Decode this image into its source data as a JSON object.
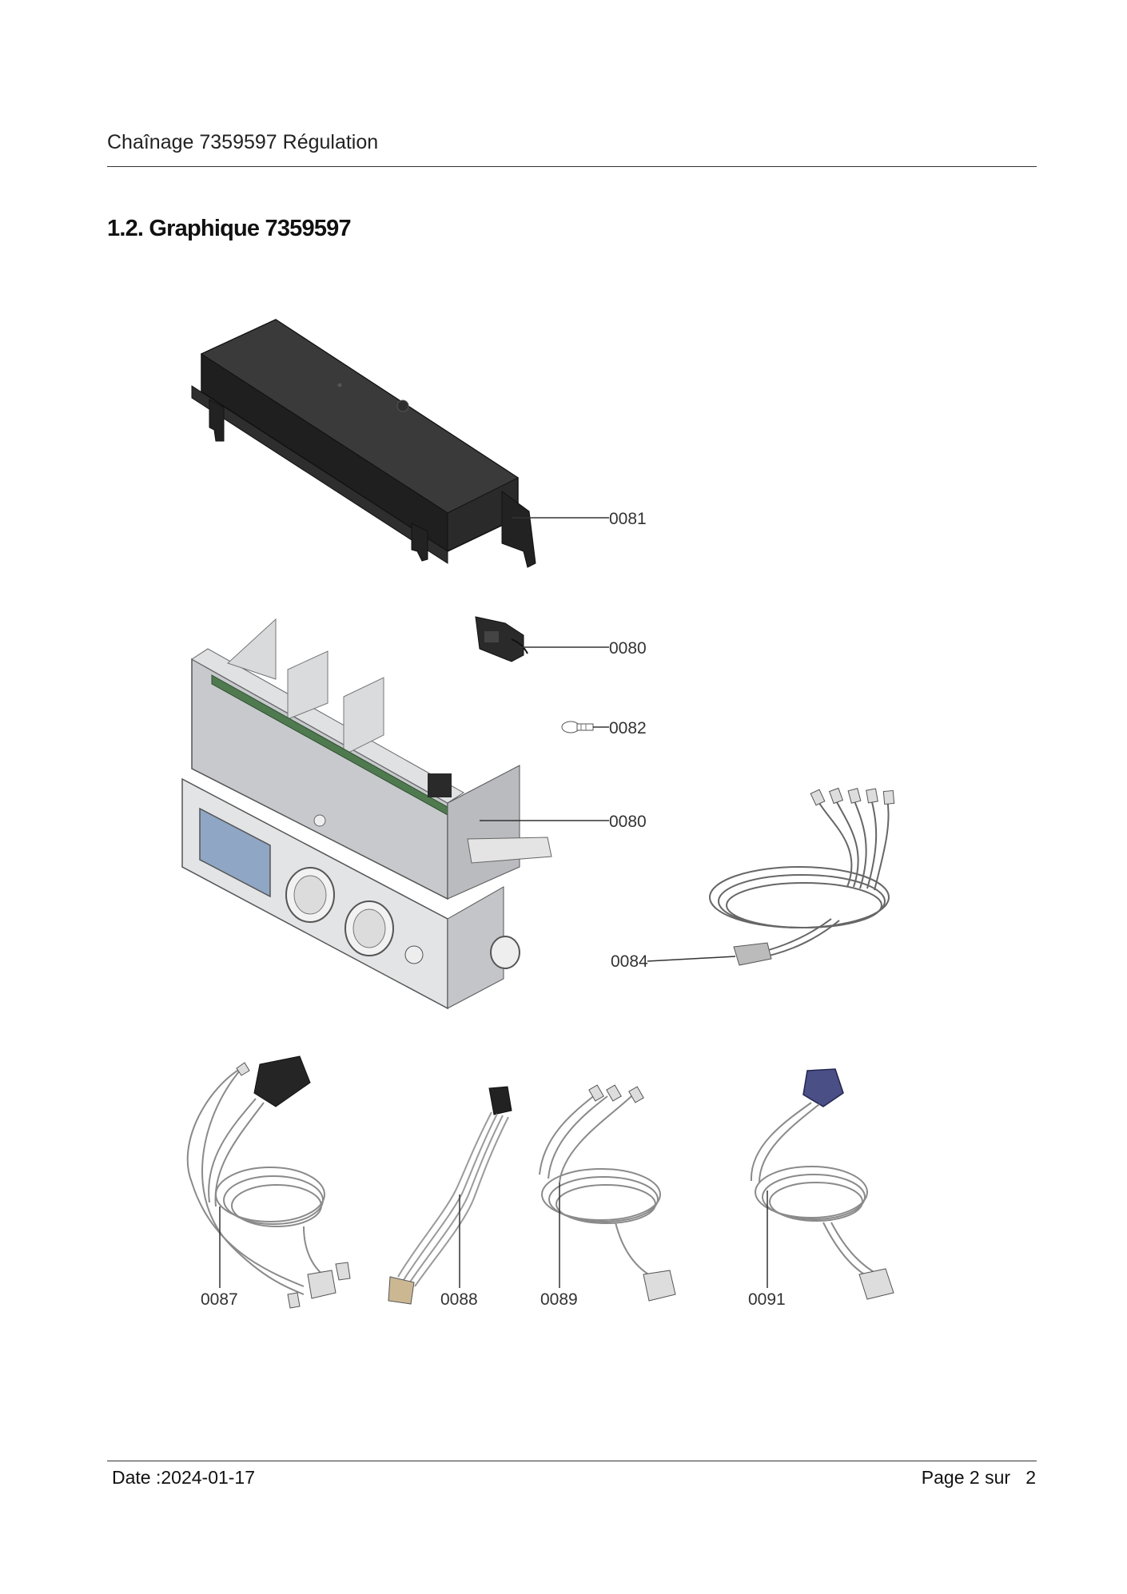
{
  "header": {
    "text": "Chaînage 7359597 Régulation"
  },
  "section": {
    "title": "1.2. Graphique 7359597"
  },
  "callouts": [
    "0081",
    "0080",
    "0082",
    "0080",
    "0084",
    "0087",
    "0088",
    "0089",
    "0091"
  ],
  "footer": {
    "date": "Date :2024-01-17",
    "page_prefix": "Page 2 sur",
    "page_total": "2"
  },
  "colors": {
    "text": "#1a1a1a",
    "rule": "#333333",
    "housing": "#2b2b2b",
    "panel": "#d6d8dc",
    "display": "#8fa6c4",
    "connector_blue": "#4a4f86"
  }
}
